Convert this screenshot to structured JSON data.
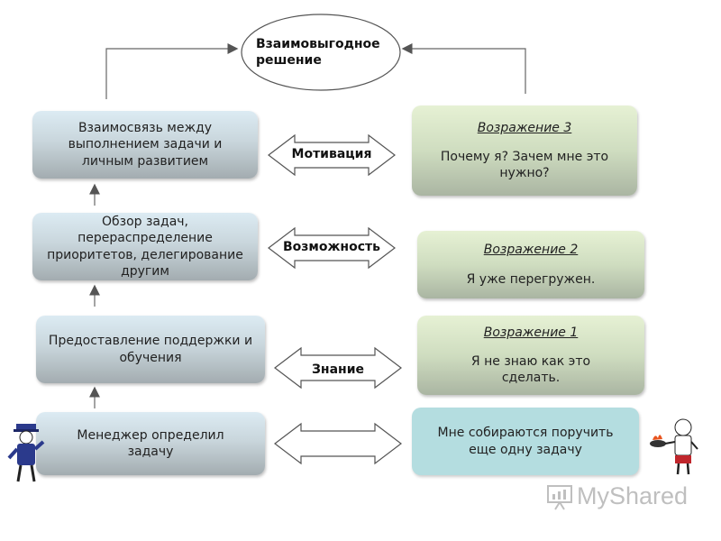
{
  "top": {
    "line1": "Взаимовыгодное",
    "line2": "решение"
  },
  "left_boxes": [
    {
      "text": "Взаимосвязь между выполнением задачи и личным развитием"
    },
    {
      "text": "Обзор задач, перераспределение приоритетов, делегирование другим"
    },
    {
      "text": "Предоставление поддержки и обучения"
    },
    {
      "text": "Менеджер определил задачу"
    }
  ],
  "right_boxes": [
    {
      "title": "Возражение 3",
      "text": "Почему я? Зачем мне это нужно?"
    },
    {
      "title": "Возражение 2",
      "text": "Я уже перегружен."
    },
    {
      "title": "Возражение 1",
      "text": "Я не знаю как это сделать."
    },
    {
      "text": "Мне собираются поручить еще одну задачу"
    }
  ],
  "arrows": [
    {
      "label": "Мотивация"
    },
    {
      "label": "Возможность"
    },
    {
      "label": "Знание"
    },
    {
      "label": ""
    }
  ],
  "logo": {
    "text": "MyShared"
  },
  "colors": {
    "arrow_stroke": "#666666",
    "left_box_top": "#dcebf3",
    "right_box_top": "#e6f1d4",
    "bottom_right": "#b4dde0"
  }
}
